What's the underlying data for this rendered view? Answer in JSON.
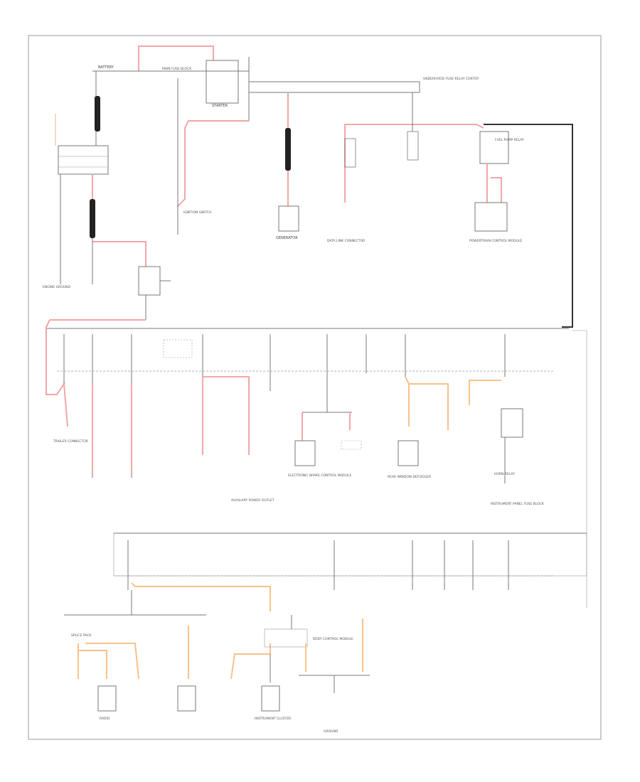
{
  "diagram": {
    "footer_code": "",
    "colors": {
      "red_wire": "#f2a6a6",
      "orange_wire": "#f7c28a",
      "black_wire": "#333333",
      "gray_wire": "#777777",
      "fuse_body": "#222222",
      "frame": "#999999"
    },
    "top_labels": {
      "battery": "BATTERY",
      "starter": "STARTER",
      "generator": "GENERATOR",
      "underhood_fuse_relay_center": "UNDERHOOD FUSE-RELAY CENTER",
      "data_link": "DATA LINK CONNECTOR",
      "ignition_switch": "IGNITION SWITCH",
      "main_fuse_block": "MAIN FUSE BLOCK",
      "fuel_pump_relay": "FUEL PUMP RELAY",
      "powertrain_control_module": "POWERTRAIN CONTROL MODULE",
      "engine_ground": "ENGINE GROUND"
    },
    "middle_labels": {
      "trailer_connector": "TRAILER CONNECTOR",
      "rear_window_defogger": "REAR WINDOW DEFOGGER",
      "electronic_brake_module": "ELECTRONIC BRAKE CONTROL MODULE",
      "auxiliary_power_outlet": "AUXILIARY POWER OUTLET",
      "horn_relay": "HORN RELAY",
      "instrument_panel_fuse_block": "INSTRUMENT PANEL FUSE BLOCK"
    },
    "bottom_labels": {
      "splice_pack": "SPLICE PACK",
      "body_control_module": "BODY CONTROL MODULE",
      "radio": "RADIO",
      "instrument_cluster": "INSTRUMENT CLUSTER",
      "ground": "GROUND"
    }
  }
}
